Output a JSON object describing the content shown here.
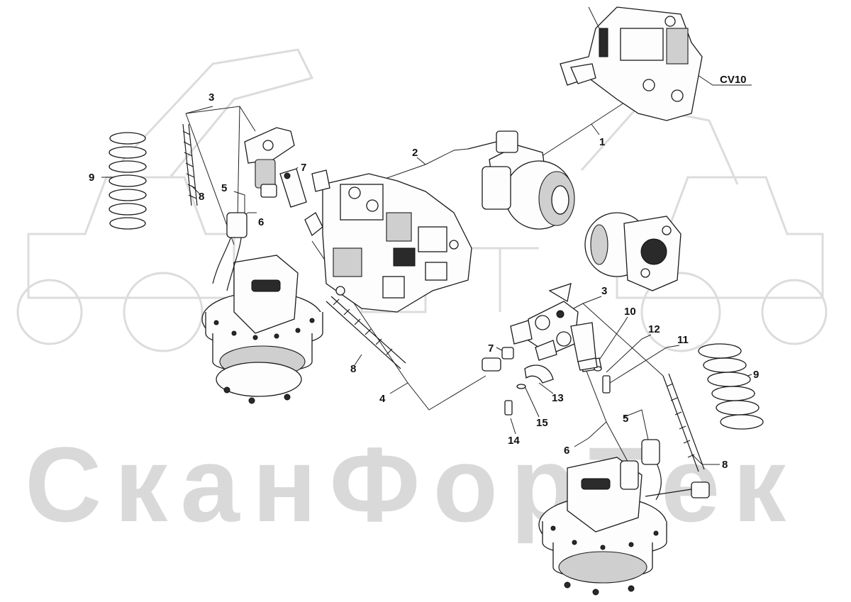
{
  "watermark": {
    "text": "СканФорТек"
  },
  "callouts": [
    {
      "id": "c1",
      "label": "1"
    },
    {
      "id": "c2",
      "label": "2"
    },
    {
      "id": "c3a",
      "label": "3"
    },
    {
      "id": "c3b",
      "label": "3"
    },
    {
      "id": "c4",
      "label": "4"
    },
    {
      "id": "c5a",
      "label": "5"
    },
    {
      "id": "c5b",
      "label": "5"
    },
    {
      "id": "c6a",
      "label": "6"
    },
    {
      "id": "c6b",
      "label": "6"
    },
    {
      "id": "c7a",
      "label": "7"
    },
    {
      "id": "c7b",
      "label": "7"
    },
    {
      "id": "c8a",
      "label": "8"
    },
    {
      "id": "c8b",
      "label": "8"
    },
    {
      "id": "c8c",
      "label": "8"
    },
    {
      "id": "c9a",
      "label": "9"
    },
    {
      "id": "c9b",
      "label": "9"
    },
    {
      "id": "c10",
      "label": "10"
    },
    {
      "id": "c11",
      "label": "11"
    },
    {
      "id": "c12",
      "label": "12"
    },
    {
      "id": "c13",
      "label": "13"
    },
    {
      "id": "c14",
      "label": "14"
    },
    {
      "id": "c15",
      "label": "15"
    },
    {
      "id": "cCV10",
      "label": "CV10"
    }
  ]
}
